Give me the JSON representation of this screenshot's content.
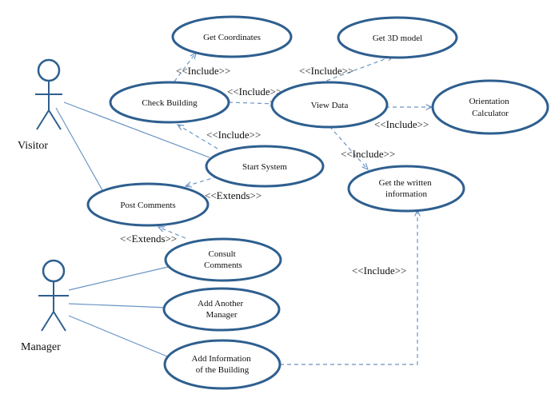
{
  "actors": {
    "visitor": {
      "name": "Visitor"
    },
    "manager": {
      "name": "Manager"
    }
  },
  "use_cases": {
    "get_coordinates": {
      "lines": [
        "Get Coordinates"
      ]
    },
    "get_3d_model": {
      "lines": [
        "Get 3D model"
      ]
    },
    "check_building": {
      "lines": [
        "Check Building"
      ]
    },
    "view_data": {
      "lines": [
        "View Data"
      ]
    },
    "orientation_calculator": {
      "lines": [
        "Orientation",
        "Calculator"
      ]
    },
    "start_system": {
      "lines": [
        "Start System"
      ]
    },
    "get_written_information": {
      "lines": [
        "Get the written",
        "information"
      ]
    },
    "post_comments": {
      "lines": [
        "Post Comments"
      ]
    },
    "consult_comments": {
      "lines": [
        "Consult",
        "Comments"
      ]
    },
    "add_another_manager": {
      "lines": [
        "Add Another",
        "Manager"
      ]
    },
    "add_information_building": {
      "lines": [
        "Add Information",
        "of the Building"
      ]
    }
  },
  "relationship_labels": {
    "check_to_coordinates": "<<Include>>",
    "view_to_3d": "<<Include>>",
    "check_to_view": "<<Include>>",
    "view_to_orientation": "<<Include>>",
    "start_to_check": "<<Include>>",
    "view_to_written": "<<Include>>",
    "start_to_post": "<<Extends>>",
    "consult_to_post": "<<Extends>>",
    "addinfo_to_written": "<<Include>>"
  },
  "colors": {
    "ellipse_stroke": "#2e5f8f",
    "line": "#6b95c4"
  }
}
